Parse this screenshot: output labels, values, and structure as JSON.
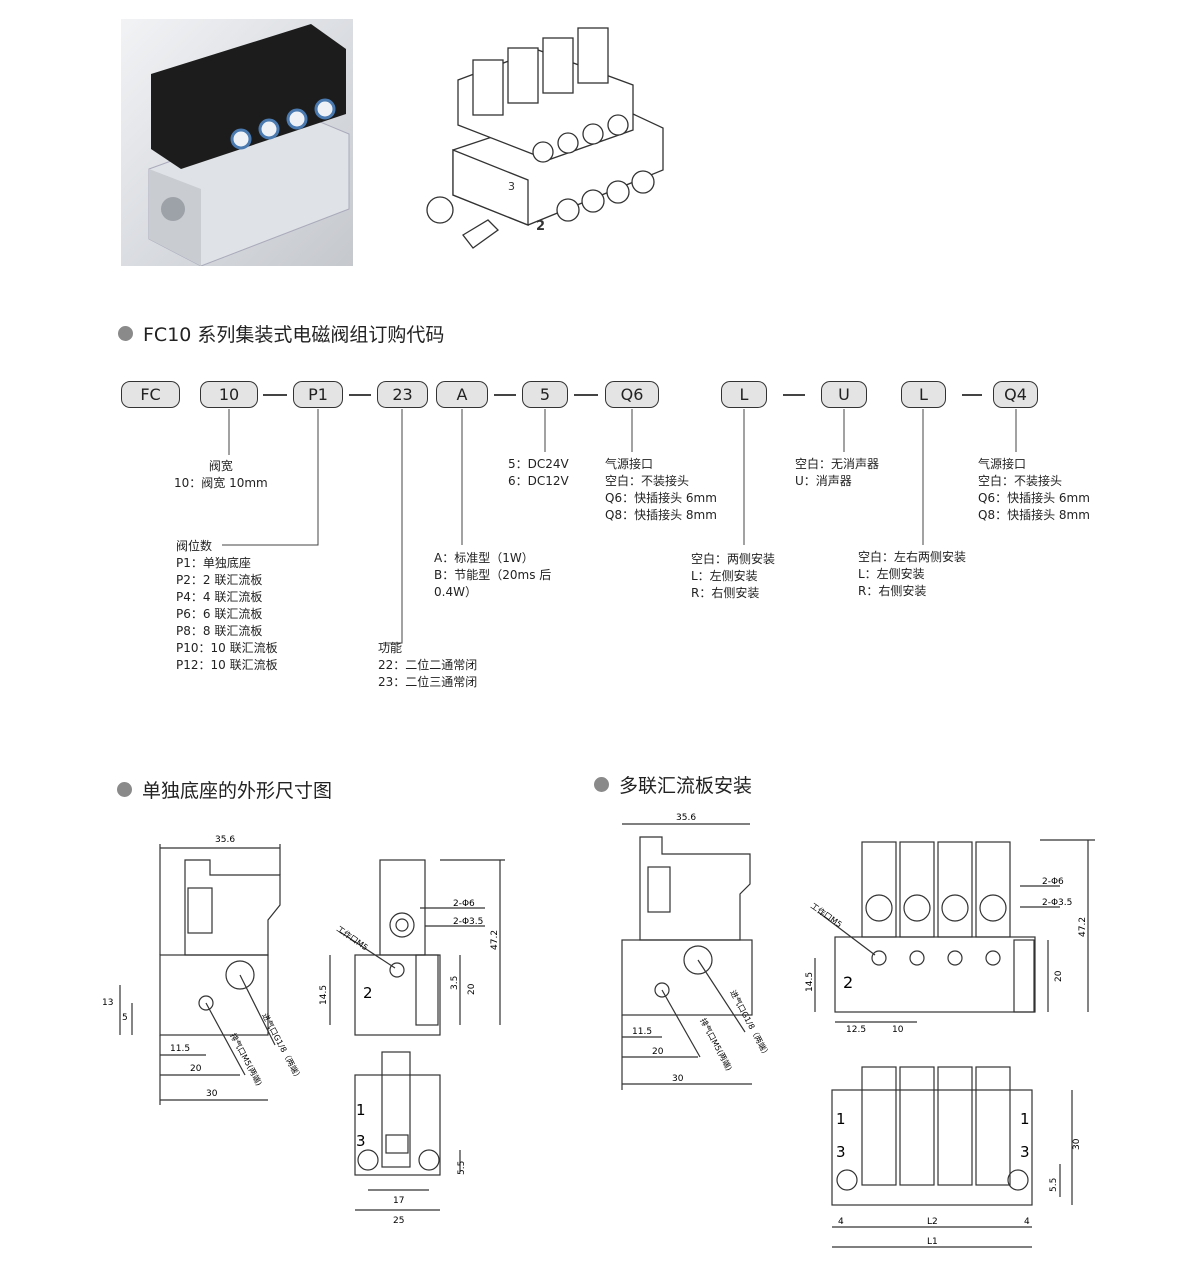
{
  "heading_code": "FC10 系列集装式电磁阀组订购代码",
  "heading_single": "单独底座的外形尺寸图",
  "heading_multi": "多联汇流板安装",
  "code_boxes": [
    "FC",
    "10",
    "P1",
    "23",
    "A",
    "5",
    "Q6",
    "L",
    "U",
    "L",
    "Q4"
  ],
  "notes": {
    "width": "阀宽\n10：阀宽 10mm",
    "positions": "阀位数\nP1：单独底座\nP2：2 联汇流板\nP4：4 联汇流板\nP6：6 联汇流板\nP8：8 联汇流板\nP10：10 联汇流板\nP12：10 联汇流板",
    "function": "功能\n22：二位二通常闭\n23：二位三通常闭",
    "type": "A：标准型（1W）\nB：节能型（20ms 后\n0.4W）",
    "voltage": "5：DC24V\n6：DC12V",
    "port1": "气源接口\n空白：不装接头\nQ6：快插接头 6mm\nQ8：快插接头 8mm",
    "mount": "空白：两侧安装\nL：左侧安装\nR：右侧安装",
    "muffler": "空白：无消声器\nU：消声器",
    "mount2": "空白：左右两侧安装\nL：左侧安装\nR：右侧安装",
    "port2": "气源接口\n空白：不装接头\nQ6：快插接头 6mm\nQ8：快插接头 8mm"
  },
  "dims": {
    "d35_6": "35.6",
    "d13": "13",
    "d5": "5",
    "d11_5": "11.5",
    "d20": "20",
    "d30": "30",
    "d2phi6": "2-Φ6",
    "d2phi3_5": "2-Φ3.5",
    "d14_5": "14.5",
    "d3_5": "3.5",
    "d47_2": "47.2",
    "d17": "17",
    "d25": "25",
    "d5_5": "5.5",
    "d12_5": "12.5",
    "d10": "10",
    "d4": "4",
    "L1": "L1",
    "L2": "L2",
    "port_work": "工作口M5",
    "port_in": "进气口G1/8（两端）",
    "port_exhaust": "排气口M5(两端)",
    "num1": "1",
    "num2": "2",
    "num3": "3"
  },
  "colors": {
    "accent_gray": "#8a8a8a",
    "line": "#333333"
  }
}
